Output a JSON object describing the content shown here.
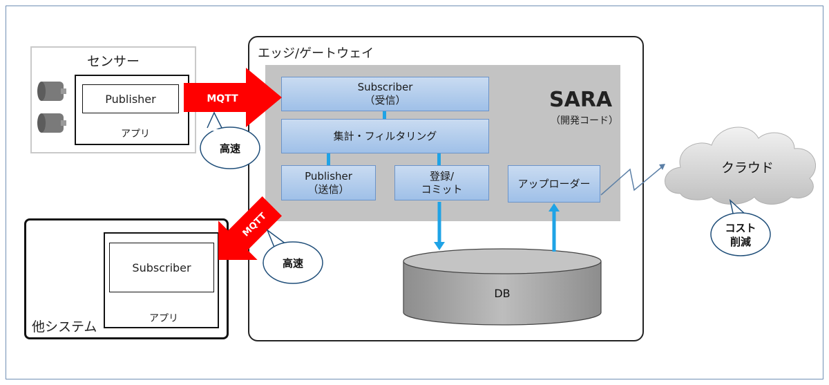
{
  "sensor": {
    "title": "センサー",
    "publisher": "Publisher",
    "app": "アプリ"
  },
  "protocol": {
    "top": "MQTT",
    "bottom": "MQTT"
  },
  "bubbles": {
    "fast_top": "高速",
    "fast_bottom": "高速",
    "cost_line1": "コスト",
    "cost_line2": "削減"
  },
  "edge": {
    "title": "エッジ/ゲートウェイ"
  },
  "sara": {
    "title": "SARA",
    "subtitle": "（開発コード）",
    "subscriber": {
      "line1": "Subscriber",
      "line2": "（受信）"
    },
    "aggregate": "集計・フィルタリング",
    "publisher": {
      "line1": "Publisher",
      "line2": "（送信）"
    },
    "register": {
      "line1": "登録/",
      "line2": "コミット"
    },
    "uploader": "アップローダー"
  },
  "db": {
    "label": "DB"
  },
  "cloud": {
    "label": "クラウド"
  },
  "other_system": {
    "title": "他システム",
    "subscriber": "Subscriber",
    "app": "アプリ"
  },
  "colors": {
    "arrow_red": "#ff0000",
    "connector_blue": "#1fa3e6",
    "sara_gray": "#c3c3c3",
    "frame_blue": "#6f8fb4"
  }
}
